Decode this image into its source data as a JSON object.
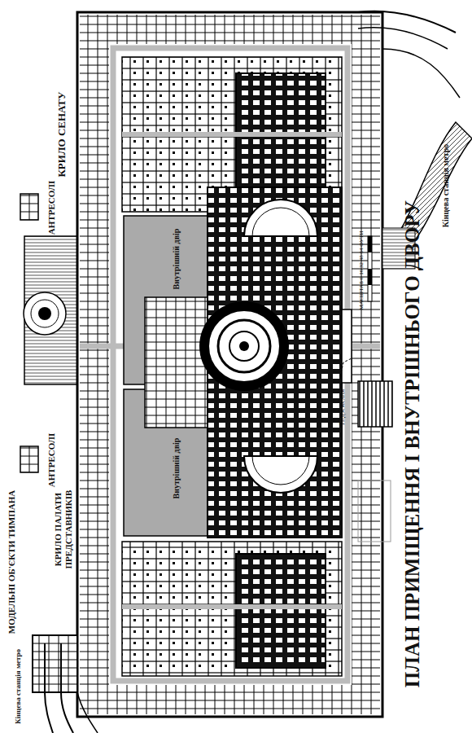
{
  "diagram": {
    "title": "ПЛАН ПРИМІЩЕННЯ І ВНУТРІШНЬОГО ДВОРУ",
    "nodes": [
      {
        "text": [
          "Внутрішній двір"
        ]
      },
      {
        "text": [
          "Внутрішній двір"
        ]
      }
    ],
    "labels": [
      "КРИЛО СЕНАТУ",
      "АНТРЕСОЛІ",
      "АНТРЕСОЛІ",
      "КРИЛО ПАЛАТИ ПРЕДСТАВНИКІВ",
      "МОДЕЛЬНІ ОБ'ЄКТИ ТИМПАНА",
      "Кінцева станція метро",
      "Кінцева станція метро",
      "Підземелля",
      "МАСШТАБ 0 16 32 48 64 ФУТИ"
    ]
  }
}
